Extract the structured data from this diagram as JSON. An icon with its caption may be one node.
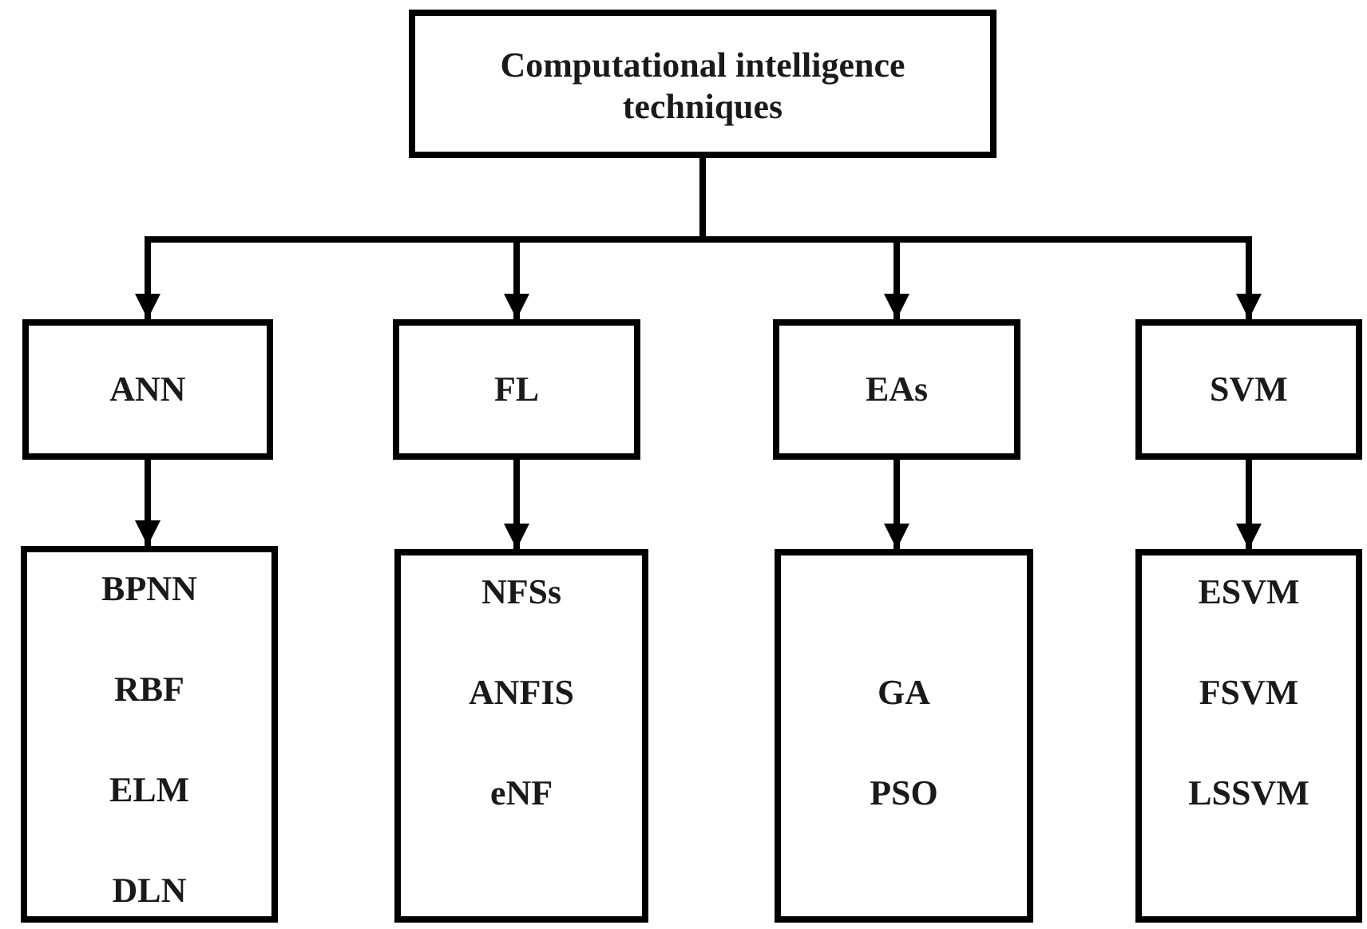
{
  "diagram": {
    "nodes": [
      {
        "text": [
          "Computational intelligence techniques"
        ]
      },
      {
        "text": [
          "ANN"
        ]
      },
      {
        "text": [
          "FL"
        ]
      },
      {
        "text": [
          "EAs"
        ]
      },
      {
        "text": [
          "SVM"
        ]
      },
      {
        "text": [
          "BPNN",
          "RBF",
          "ELM",
          "DLN"
        ]
      },
      {
        "text": [
          "NFSs",
          "ANFIS",
          "eNF"
        ]
      },
      {
        "text": [
          "GA",
          "PSO"
        ]
      },
      {
        "text": [
          "ESVM",
          "FSVM",
          "LSSVM"
        ]
      }
    ],
    "edges": [
      {
        "from": 0,
        "to": 1,
        "arrow": "to"
      },
      {
        "from": 0,
        "to": 2,
        "arrow": "to"
      },
      {
        "from": 0,
        "to": 3,
        "arrow": "to"
      },
      {
        "from": 0,
        "to": 4,
        "arrow": "to"
      },
      {
        "from": 1,
        "to": 5,
        "arrow": "to"
      },
      {
        "from": 2,
        "to": 6,
        "arrow": "to"
      },
      {
        "from": 3,
        "to": 7,
        "arrow": "to"
      },
      {
        "from": 4,
        "to": 8,
        "arrow": "to"
      }
    ]
  }
}
